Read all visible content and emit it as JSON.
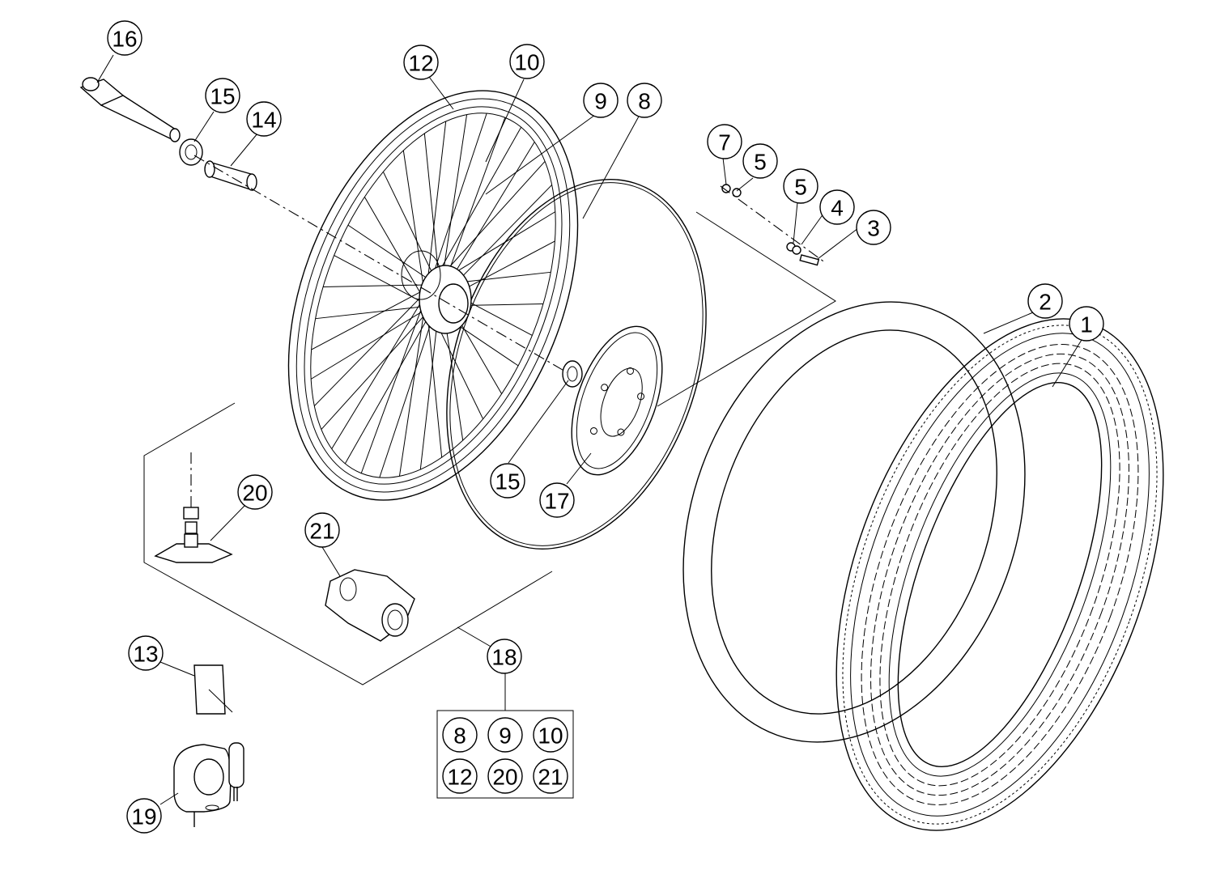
{
  "callouts": [
    {
      "id": "c1",
      "label": "1"
    },
    {
      "id": "c2",
      "label": "2"
    },
    {
      "id": "c3",
      "label": "3"
    },
    {
      "id": "c4",
      "label": "4"
    },
    {
      "id": "c5a",
      "label": "5"
    },
    {
      "id": "c5b",
      "label": "5"
    },
    {
      "id": "c7",
      "label": "7"
    },
    {
      "id": "c8",
      "label": "8"
    },
    {
      "id": "c9",
      "label": "9"
    },
    {
      "id": "c10",
      "label": "10"
    },
    {
      "id": "c12",
      "label": "12"
    },
    {
      "id": "c13",
      "label": "13"
    },
    {
      "id": "c14",
      "label": "14"
    },
    {
      "id": "c15a",
      "label": "15"
    },
    {
      "id": "c15b",
      "label": "15"
    },
    {
      "id": "c16",
      "label": "16"
    },
    {
      "id": "c17",
      "label": "17"
    },
    {
      "id": "c18",
      "label": "18"
    },
    {
      "id": "c19",
      "label": "19"
    },
    {
      "id": "c20",
      "label": "20"
    },
    {
      "id": "c21",
      "label": "21"
    }
  ],
  "kit_18": [
    "8",
    "9",
    "10",
    "12",
    "20",
    "21"
  ]
}
